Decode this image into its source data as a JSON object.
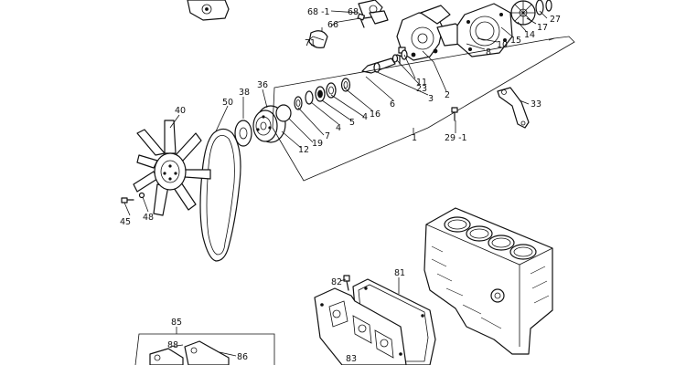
{
  "diagram": {
    "callouts": [
      {
        "id": "c-68-1",
        "text": "68 -1"
      },
      {
        "id": "c-68",
        "text": "68"
      },
      {
        "id": "c-66",
        "text": "66"
      },
      {
        "id": "c-71",
        "text": "71"
      },
      {
        "id": "c-27",
        "text": "27"
      },
      {
        "id": "c-17",
        "text": "17"
      },
      {
        "id": "c-14",
        "text": "14"
      },
      {
        "id": "c-15",
        "text": "15"
      },
      {
        "id": "c-10",
        "text": "10"
      },
      {
        "id": "c-8",
        "text": "8"
      },
      {
        "id": "c-11",
        "text": "11"
      },
      {
        "id": "c-23",
        "text": "23"
      },
      {
        "id": "c-2",
        "text": "2"
      },
      {
        "id": "c-3",
        "text": "3"
      },
      {
        "id": "c-6",
        "text": "6"
      },
      {
        "id": "c-33",
        "text": "33"
      },
      {
        "id": "c-36",
        "text": "36"
      },
      {
        "id": "c-38",
        "text": "38"
      },
      {
        "id": "c-50",
        "text": "50"
      },
      {
        "id": "c-40",
        "text": "40"
      },
      {
        "id": "c-16",
        "text": "16"
      },
      {
        "id": "c-4a",
        "text": "4"
      },
      {
        "id": "c-4b",
        "text": "4"
      },
      {
        "id": "c-5",
        "text": "5"
      },
      {
        "id": "c-7",
        "text": "7"
      },
      {
        "id": "c-19",
        "text": "19"
      },
      {
        "id": "c-12",
        "text": "12"
      },
      {
        "id": "c-1",
        "text": "1"
      },
      {
        "id": "c-29-1",
        "text": "29 -1"
      },
      {
        "id": "c-45",
        "text": "45"
      },
      {
        "id": "c-48",
        "text": "48"
      },
      {
        "id": "c-82",
        "text": "82"
      },
      {
        "id": "c-81",
        "text": "81"
      },
      {
        "id": "c-83",
        "text": "83"
      },
      {
        "id": "c-85",
        "text": "85"
      },
      {
        "id": "c-88",
        "text": "88"
      },
      {
        "id": "c-86",
        "text": "86"
      }
    ]
  }
}
